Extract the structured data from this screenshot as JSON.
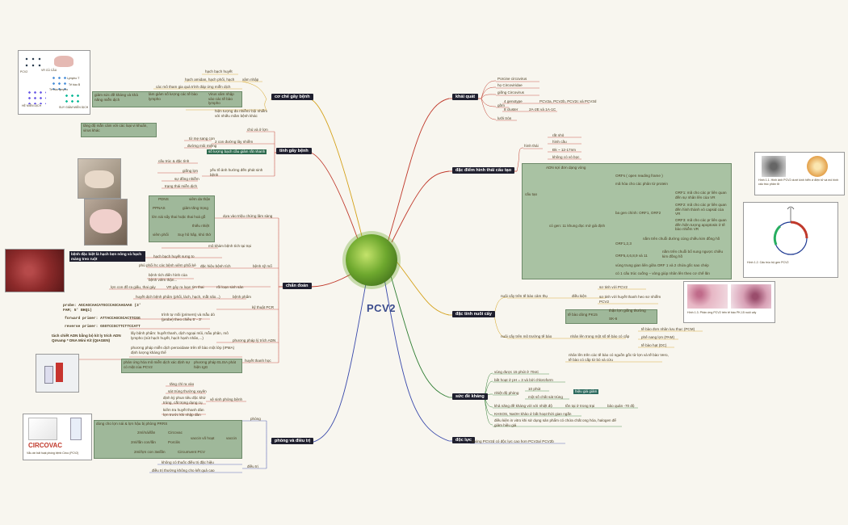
{
  "center": {
    "title": "PCV2"
  },
  "branches": {
    "khai_quat": {
      "label": "khái quát",
      "items": [
        "Porcine circovirus",
        "họ Circoviridae",
        "giống Circovirus",
        "4 genotype",
        "PCV2a, PCV2b, PCV2c và PCV2d",
        "gồm",
        "8 cluster",
        "2A-2E và 1A-1C",
        "lưỡi tròn"
      ]
    },
    "hinh_thai": {
      "label": "đặc điểm hình thái cấu tạo",
      "hinh_thai": "hình thái",
      "shape_items": [
        "rất nhỏ",
        "hình cầu",
        "Đk ~ 12-17nm",
        "không có vỏ bọc"
      ],
      "cau_tao": "cấu tạo",
      "adn": "ADN sợi đơn dạng vòng",
      "orf_items": [
        "ORFs ( open reading frame )",
        "mã hóa cho các phân tử protein",
        "ORF1: mã cho các pr liên quan đến sự nhân lên của VR",
        "ba gen chính: ORF1, ORF2",
        "ORF2: mã cho các pr liên quan đến hình thành vỏ capsid của VR",
        "ORF3: mã cho các pr liên quan đến hiện tượng apoptosis ở tế bào nhiễm VR",
        "có gen: 11 khung đọc mở giả định",
        "ORF1,2,3",
        "nằm trên chuỗi đường cùng chiều kim đồng hồ",
        "ORF5,4,6,8,9 và 11",
        "nằm trên chuỗi bổ sung ngược chiều kim đồng hồ",
        "vùng trung gian liên giữa ORF 1 và 2 chứa gốc sao chép",
        "có 1 cấu trúc cuống – vòng giúp nhân lên theo cơ chế lăn"
      ],
      "fig1_caption": "Hình 1.1. Hình ảnh PCV2 dưới kính hiển vi điện tử và mô hình cấu trúc phân tử",
      "fig2_caption": "Hình 1.2. Cấu trúc bộ gen PCV2"
    },
    "nuoi_cay": {
      "label": "đặc tính nuôi cấy",
      "items": [
        "nuôi cấy trên tế bào cảm thụ",
        "điều kiện",
        "sơ tinh với PCV2",
        "sơ tinh với huyết thanh heo sơ nhiễm PCV2",
        "nuôi cấy trên mô trường tế bào",
        "tế bào dòng PK15",
        "thận lợn giống thường",
        "SK-6",
        "nhân lên trong một số tế bào có cấp",
        "tế bào đơn nhân lưu thục (PCM)",
        "phế nang lợn (PAM)",
        "tế bào hạt (DC)",
        "nhân lên trên các tế bào có nguồn gốc từ lợn và tế bào Vero, tế bào có cấp từ bò và cừu"
      ],
      "fig_caption": "Hình 1.3. Phản ứng PCV2 trên tế bào PK-15 nuôi cấy"
    },
    "de_khang": {
      "label": "sức đề kháng",
      "items": [
        "vùng được 15 phút ở 70oC",
        "bất hoạt ở pH = 3 và bởi chloroform",
        "10 phút",
        "nhiệt độ phòng",
        "một số chất sát trùng",
        "hiệu giá giảm",
        "khả năng đề kháng với với nhiệt độ",
        "tồn tại ở trong trại",
        "bảo quản -70 độ",
        "KHSOS, NaOH khảo ứ bất hoạt thời gian ngắn",
        "điều kiện in vitro khi sử dụng sản phẩm có chứa chất ong hóa, halogen để giảm hiệu giá"
      ]
    },
    "doc_luc": {
      "label": "độc lực",
      "items": [
        "chủng PCV2d có độc lực cao hơn PCV2a/ PCV2b"
      ]
    },
    "co_che": {
      "label": "cơ chế gây bệnh",
      "items": [
        "hạch bạch huyết",
        "xâm nhập",
        "hạch amidan, hạch phổi, hạch",
        "các mô tham gia quá trình đáp ứng miễn dịch",
        "Virus xâm nhập vào các tế bào lympho",
        "làm giảm số lượng các tế bào lympho",
        "giảm sức đề kháng và khả năng miễn dịch",
        "Ức miễn dịch",
        "hiện tượng đa nhiễm/ bội nhiễm với nhiều mầm bệnh khác",
        "tăng độ mẫn cảm với các loại vi khuẩn, virus khác"
      ]
    },
    "tinh_gay_benh": {
      "label": "tính gây bệnh",
      "items": [
        "chủ và ở lợn",
        "tử mẹ sang con",
        "2 con đường lây nhiễm",
        "đường mũi miệng",
        "số lượng bạch cầu giảm rất nhanh",
        "cấu trúc & đặc tính",
        "giống lợn",
        "yếu tố ảnh hưởng đến phát sinh bệnh",
        "sự đồng nhiễm",
        "trạng thái miễn dịch"
      ]
    },
    "chan_doan": {
      "label": "chẩn đoán",
      "lam_sang": [
        "PDNS",
        "viêm da thận",
        "PPNAS",
        "giảm tăng trọng",
        "lớn nái sẩy thai hoặc thai hoá gỗ",
        "thiếu nhiệt",
        "viêm phổi",
        "Suy hô hấp, khó thở",
        "dựa vào triệu chứng lâm sàng"
      ],
      "benh_ly": [
        "mô khám bệnh tích tại trại",
        "hạch bạch huyết sưng to",
        "phù phổi hc các bệnh viêm phổi kẻ",
        "bệnh tích điển hình của bệnh viêm thận...",
        "đặc hiệu bệnh tích",
        "lợn con đồ ra giấu, thai gáy",
        "VR gây ra loạn tim thai",
        "rối loạn sinh sản",
        "bệnh sỹ mổ",
        "bệnh đặc biệt là hạch bẹn nông và hạch màng treo ruột"
      ],
      "pcr": [
        "huyết dịch bệnh phẩm (phổi, lách, hạch, mẫt não...)",
        "bệnh phẩm",
        "kỹ thuật PCR",
        "probe: AGCAGCAACATGCCCAGCAAGAAG (3' FAM; 5' BHQ1)",
        "forward primer: ATTACCAGCGCACTTCGG",
        "reverse primer: GGGTCCGCTTCTTCCATT",
        "trình tự mồi (primers) và mẫu dò (probe) theo chiều 5' - 3'",
        "tách chiết ADN bằng bộ kit ly trích ADN QIAamp * DNA Mini Kit (QIAGEN)",
        "phương pháp lý trích ADN"
      ],
      "huyet_thanh": [
        "lấy bệnh phẩm: huyết thanh, dịch ngoại mũi, mẫu phân, mô lympho (nút hạch huyết, hạch hạnh nhân,...)",
        "phương pháp miễn dịch peroxidase trên tế bào một lớp (IPMA) định lượng kháng thể",
        "huyết thanh học",
        "phản ứng hóa mô miễn dịch xác định sự có mặt của PCV2",
        "phương pháp ELISA phát hiện IgG"
      ]
    },
    "phong_tri": {
      "label": "phòng và điều trị",
      "phong": [
        "tăng chỉ ra vào",
        "sát trùng thường xuyên",
        "định kỳ phun tiêu độc khử trùng, cắt trọng dụng cụ",
        "kiểm tra huyết thanh đàn lợn trước khi nhập đàn",
        "vệ sinh phòng bệnh",
        "dùng cho lợn nái & lợn hậu bị phòng PRRS",
        "2ml/nái/lần",
        "Circovac",
        "vaccin vô hoạt",
        "vaccin",
        "2ml/lần con/lần",
        "Porcilis",
        "2ml/lợn con 3w/lần",
        "Circumvent PCV",
        "phòng"
      ],
      "dieu_tri": [
        "không có thuốc điều trị đặc hiệu",
        "điều trị thường không cho kết quả cao",
        "điều trị"
      ],
      "circovac_brand": "CIRCOVAC",
      "circovac_caption": "Vắc-xin bất hoạt phòng bệnh Circo (PCV2)"
    }
  },
  "diagram_labels": [
    "PCV2",
    "VR CỦ CẦU",
    "Tế bào lympho",
    "Lympho T",
    "Tế bào B",
    "HỆ MIỄN DỊCH",
    "SUY GIẢM MIỄN DỊCH"
  ]
}
